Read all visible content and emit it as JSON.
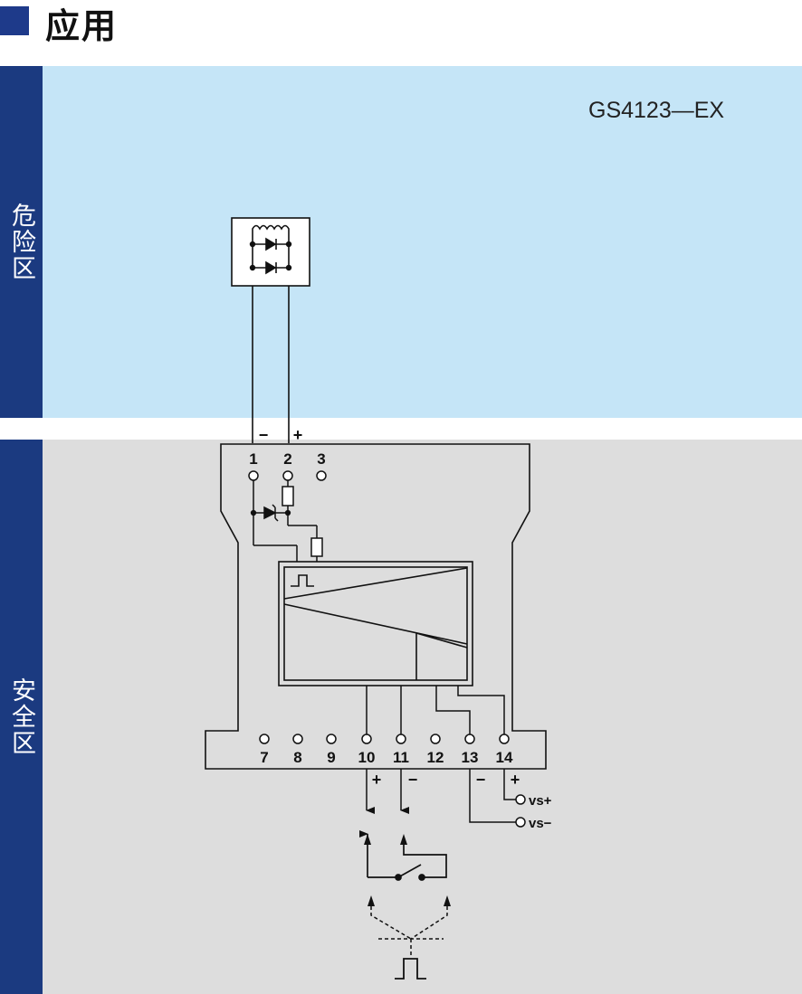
{
  "header": {
    "title": "应用"
  },
  "zones": {
    "hazard_label": "危险区",
    "safe_label": "安全区"
  },
  "device": {
    "model": "GS4123—EX"
  },
  "terminals": {
    "t1": "1",
    "t2": "2",
    "t3": "3",
    "t7": "7",
    "t8": "8",
    "t9": "9",
    "t10": "10",
    "t11": "11",
    "t12": "12",
    "t13": "13",
    "t14": "14"
  },
  "signs": {
    "in_minus": "−",
    "in_plus": "+",
    "out10": "+",
    "out11": "−",
    "out13": "−",
    "out14": "+"
  },
  "power": {
    "vs_plus": "vs+",
    "vs_minus": "vs−"
  },
  "colors": {
    "hazard": "#c5e5f7",
    "safe": "#dddddd",
    "bar": "#1b3a80",
    "accent": "#1e3a8a"
  }
}
